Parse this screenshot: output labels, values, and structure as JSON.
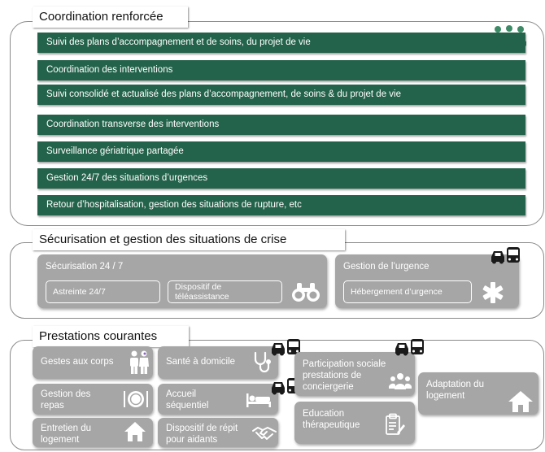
{
  "section1": {
    "title": "Coordination renforcée",
    "items": [
      "Suivi des plans d’accompagnement et de soins, du projet de vie",
      "Coordination des interventions",
      "Suivi consolidé et actualisé des plans d’accompagnement, de soins & du projet de vie",
      "Coordination transverse des interventions",
      "Surveillance gériatrique partagée",
      "Gestion 24/7 des situations d’urgences",
      "Retour d’hospitalisation, gestion des situations de rupture, etc"
    ]
  },
  "section2": {
    "title": "Sécurisation et gestion des situations de crise",
    "boxes": [
      {
        "label": "Sécurisation 24 / 7",
        "subs": [
          "Astreinte 24/7",
          "Dispositif de téléassistance"
        ]
      },
      {
        "label": "Gestion de l’urgence",
        "subs": [
          "Hébergement d’urgence"
        ]
      }
    ]
  },
  "section3": {
    "title": "Prestations courantes",
    "items": [
      "Gestes aux corps",
      "Santé à domicile",
      "Gestion des repas",
      "Accueil séquentiel",
      "Entretien du logement",
      "Dispositif de répit pour aidants",
      "Participation sociale prestations de conciergerie",
      "Education thérapeutique",
      "Adaptation du logement"
    ]
  },
  "colors": {
    "bar_green": "#24634b",
    "box_grey": "#a6a6a6",
    "icon_green": "#2e7d5a",
    "icon_dark": "#1a1a1a"
  }
}
